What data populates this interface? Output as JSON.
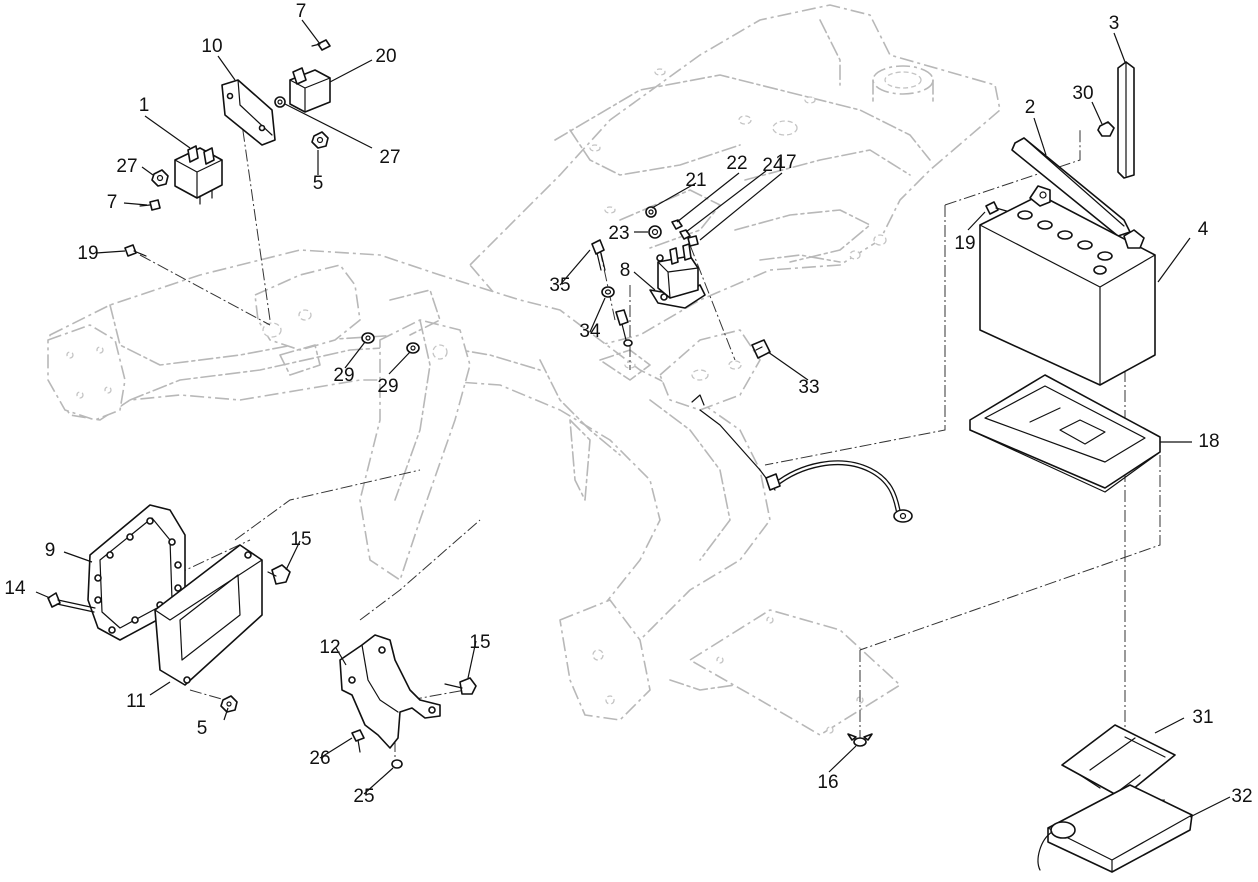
{
  "callouts": [
    {
      "id": "1",
      "label": "1"
    },
    {
      "id": "2",
      "label": "2"
    },
    {
      "id": "3",
      "label": "3"
    },
    {
      "id": "4",
      "label": "4"
    },
    {
      "id": "5a",
      "label": "5"
    },
    {
      "id": "5b",
      "label": "5"
    },
    {
      "id": "7a",
      "label": "7"
    },
    {
      "id": "7b",
      "label": "7"
    },
    {
      "id": "8",
      "label": "8"
    },
    {
      "id": "9",
      "label": "9"
    },
    {
      "id": "10",
      "label": "10"
    },
    {
      "id": "11",
      "label": "11"
    },
    {
      "id": "12",
      "label": "12"
    },
    {
      "id": "14",
      "label": "14"
    },
    {
      "id": "15a",
      "label": "15"
    },
    {
      "id": "15b",
      "label": "15"
    },
    {
      "id": "16",
      "label": "16"
    },
    {
      "id": "17",
      "label": "17"
    },
    {
      "id": "18",
      "label": "18"
    },
    {
      "id": "19a",
      "label": "19"
    },
    {
      "id": "19b",
      "label": "19"
    },
    {
      "id": "20",
      "label": "20"
    },
    {
      "id": "21",
      "label": "21"
    },
    {
      "id": "22",
      "label": "22"
    },
    {
      "id": "23",
      "label": "23"
    },
    {
      "id": "24",
      "label": "24"
    },
    {
      "id": "25",
      "label": "25"
    },
    {
      "id": "26",
      "label": "26"
    },
    {
      "id": "27a",
      "label": "27"
    },
    {
      "id": "27b",
      "label": "27"
    },
    {
      "id": "29a",
      "label": "29"
    },
    {
      "id": "29b",
      "label": "29"
    },
    {
      "id": "30",
      "label": "30"
    },
    {
      "id": "31",
      "label": "31"
    },
    {
      "id": "32",
      "label": "32"
    },
    {
      "id": "33",
      "label": "33"
    },
    {
      "id": "34",
      "label": "34"
    },
    {
      "id": "35",
      "label": "35"
    }
  ],
  "colors": {
    "line": "#111111",
    "frame": "#b8b8b8",
    "background": "#ffffff"
  }
}
